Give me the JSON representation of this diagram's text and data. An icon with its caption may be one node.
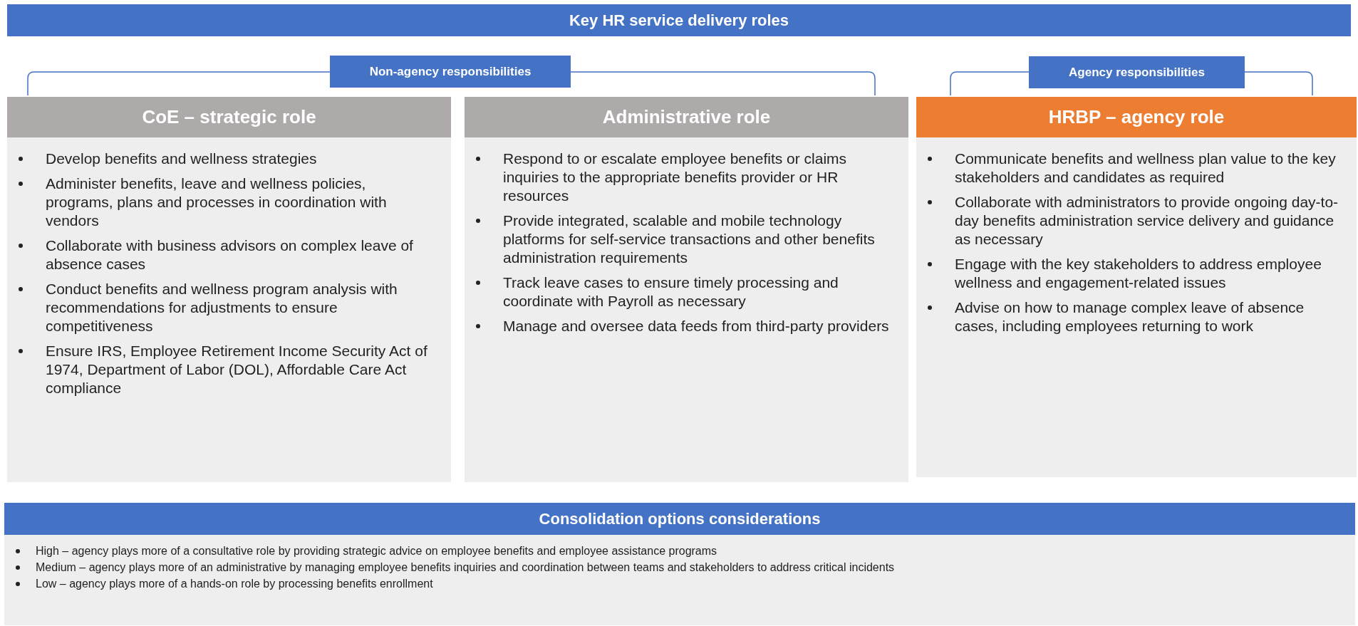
{
  "diagram": {
    "nodes": [
      {
        "text": [
          "Key HR service delivery roles"
        ]
      },
      {
        "text": [
          "Non-agency responsibilities"
        ]
      },
      {
        "text": [
          "Agency responsibilities"
        ]
      },
      {
        "text": [
          "CoE – strategic role",
          "Develop benefits and wellness strategies",
          "Administer benefits, leave and wellness policies, programs, plans and processes in coordination with vendors",
          "Collaborate with business advisors on complex leave of absence cases",
          "Conduct benefits and wellness program analysis with recommendations for adjustments to ensure competitiveness",
          "Ensure IRS, Employee Retirement Income Security Act of 1974, Department of Labor (DOL), Affordable Care Act compliance"
        ]
      },
      {
        "text": [
          "Administrative role",
          "Respond to or escalate employee benefits or claims inquiries to the appropriate benefits provider or HR resources",
          "Provide integrated, scalable and mobile technology platforms for self-service transactions and other benefits administration requirements",
          "Track leave cases to ensure timely processing and coordinate with Payroll as necessary",
          "Manage and oversee data feeds from third-party providers"
        ]
      },
      {
        "text": [
          "HRBP – agency role",
          "Communicate benefits and wellness plan value to the key stakeholders and candidates as required",
          "Collaborate with administrators to provide ongoing day-to-day benefits administration service delivery and guidance as necessary",
          "Engage with the key stakeholders to address employee wellness and engagement-related issues",
          "Advise on how to manage complex leave of absence cases, including employees returning to work"
        ]
      },
      {
        "text": [
          "Consolidation options considerations",
          "High – agency plays more of a consultative role by providing strategic advice on employee benefits and employee assistance programs",
          "Medium – agency plays more of an administrative by managing employee benefits inquiries and coordination between teams and stakeholders to address critical incidents",
          "Low – agency plays more of a hands-on role by processing benefits enrollment"
        ]
      }
    ]
  }
}
